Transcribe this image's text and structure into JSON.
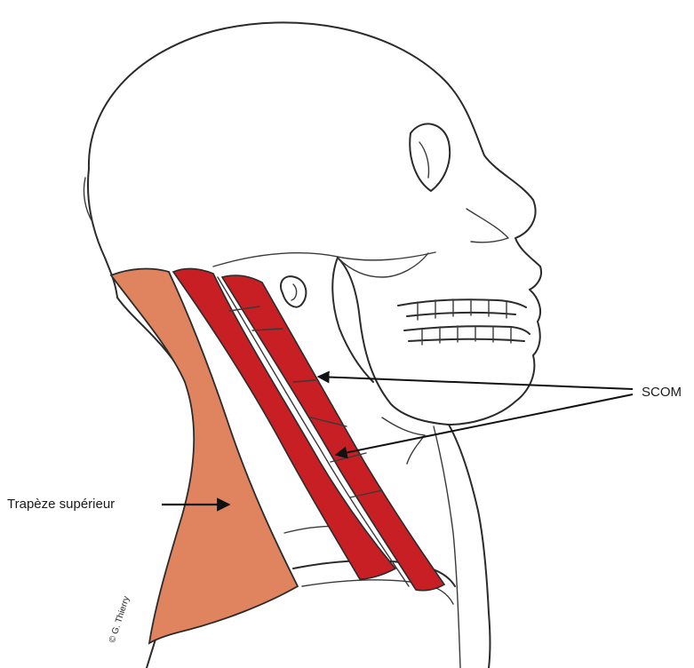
{
  "labels": {
    "trapeze": "Trapèze supérieur",
    "scom": "SCOM"
  },
  "credit": "© G. Thierry",
  "colors": {
    "trapezius_fill": "#e0835f",
    "scm_fill": "#c71f24",
    "line": "#2b2b2b",
    "arrow": "#111111",
    "background": "#ffffff"
  }
}
